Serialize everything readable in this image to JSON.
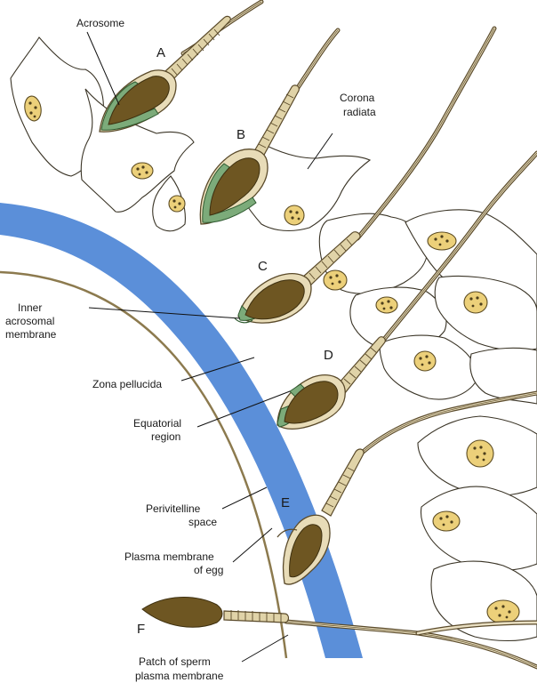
{
  "labels": {
    "acrosome": "Acrosome",
    "corona_1": "Corona",
    "corona_2": "radiata",
    "inner_1": "Inner",
    "inner_2": "acrosomal",
    "inner_3": "membrane",
    "zona": "Zona pellucida",
    "equatorial_1": "Equatorial",
    "equatorial_2": "region",
    "perivitelline_1": "Perivitelline",
    "perivitelline_2": "space",
    "plasma_1": "Plasma membrane",
    "plasma_2": "of egg",
    "patch_1": "Patch of sperm",
    "patch_2": "plasma membrane"
  },
  "stages": [
    "A",
    "B",
    "C",
    "D",
    "E",
    "F"
  ],
  "colors": {
    "zona_pellucida": "#5b8fd9",
    "egg_membrane": "#8c7a4e",
    "sperm_head": "#6e5622",
    "acrosome": "#7cab7a",
    "corona_nucleus": "#ecd07a"
  }
}
